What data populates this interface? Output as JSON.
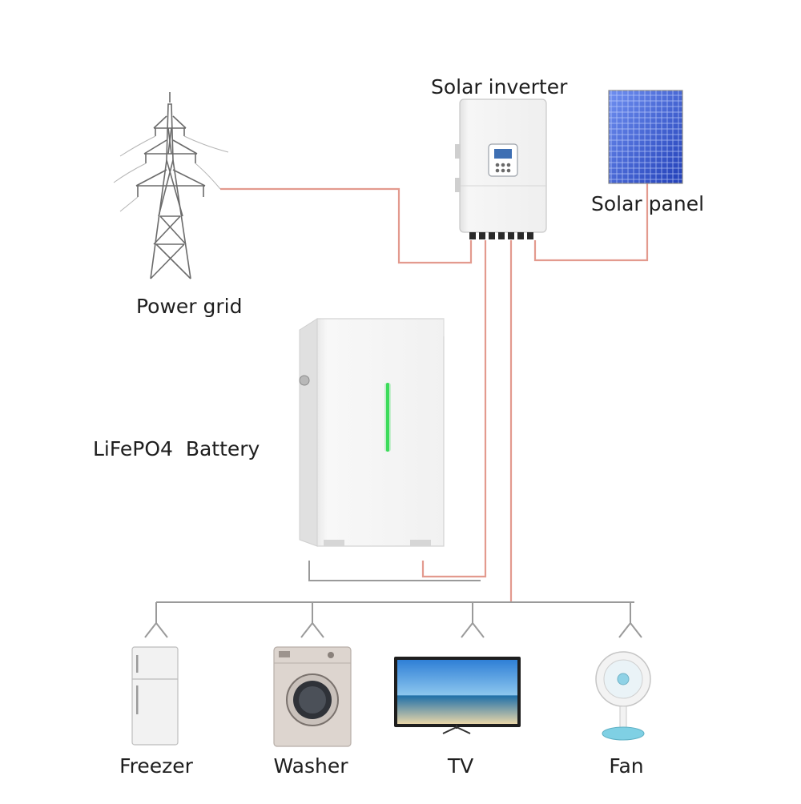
{
  "labels": {
    "solar_inverter": "Solar inverter",
    "solar_panel": "Solar panel",
    "power_grid": "Power grid",
    "battery": "LiFePO4  Battery",
    "freezer": "Freezer",
    "washer": "Washer",
    "tv": "TV",
    "fan": "Fan"
  },
  "colors": {
    "wire_red": "#e39a8e",
    "wire_grey": "#9a9a9a",
    "battery_led": "#3ddc5a",
    "panel_blue": "#3a5fd0"
  }
}
